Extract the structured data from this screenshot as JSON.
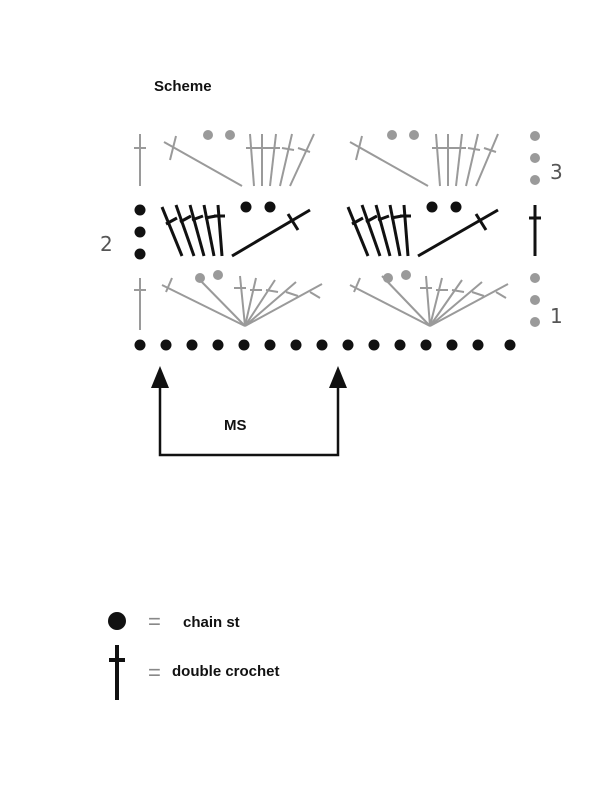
{
  "title": "Scheme",
  "repeat_label": "MS",
  "row_numbers": {
    "r1": "1",
    "r2": "2",
    "r3": "3"
  },
  "legend": [
    {
      "symbol": "chain-stitch-icon",
      "equals": "=",
      "label": "chain st"
    },
    {
      "symbol": "double-crochet-icon",
      "equals": "=",
      "label": "double crochet"
    }
  ],
  "colors": {
    "dark": "#111111",
    "grey": "#9a9a9a",
    "line": "#111111"
  }
}
